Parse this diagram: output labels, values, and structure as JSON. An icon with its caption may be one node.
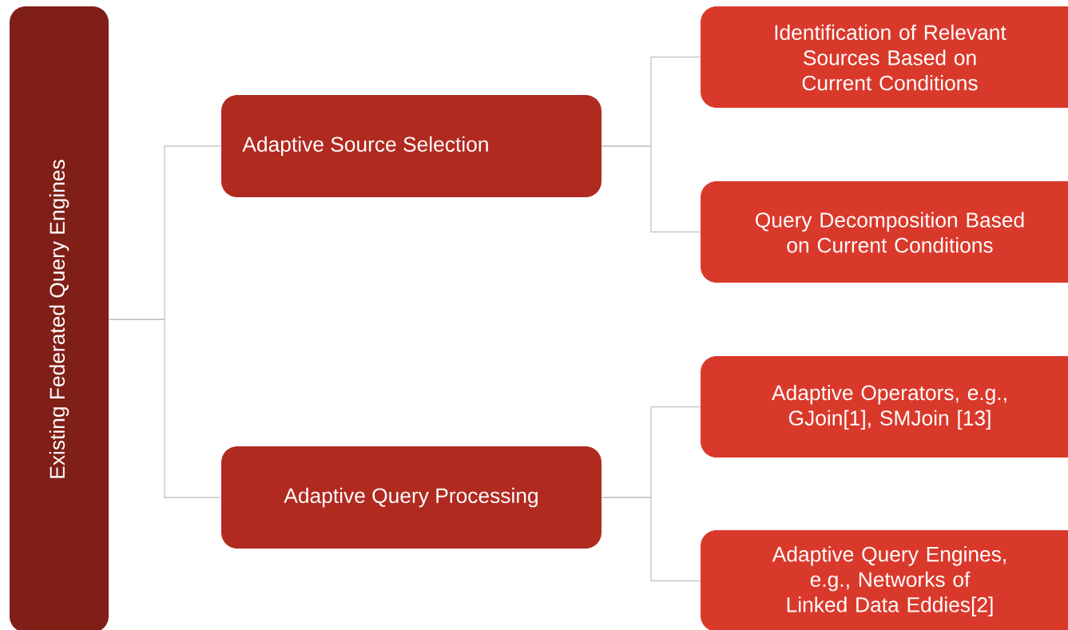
{
  "diagram": {
    "nodes": [
      {
        "text": [
          "Existing Federated Query Engines"
        ]
      },
      {
        "text": [
          "Adaptive Source Selection"
        ]
      },
      {
        "text": [
          "Identification of Relevant Sources Based on Current Conditions"
        ]
      },
      {
        "text": [
          "Query Decomposition Based on Current Conditions"
        ]
      },
      {
        "text": [
          "Adaptive Query Processing"
        ]
      },
      {
        "text": [
          "Adaptive Operators, e.g., GJoin[1], SMJoin [13]"
        ]
      },
      {
        "text": [
          "Adaptive Query Engines, e.g., Networks of Linked Data Eddies[2]"
        ]
      }
    ],
    "edges": [
      {
        "from": 0,
        "to": 1,
        "arrow": "none"
      },
      {
        "from": 0,
        "to": 4,
        "arrow": "none"
      },
      {
        "from": 1,
        "to": 2,
        "arrow": "none"
      },
      {
        "from": 1,
        "to": 3,
        "arrow": "none"
      },
      {
        "from": 4,
        "to": 5,
        "arrow": "none"
      },
      {
        "from": 4,
        "to": 6,
        "arrow": "none"
      }
    ]
  }
}
